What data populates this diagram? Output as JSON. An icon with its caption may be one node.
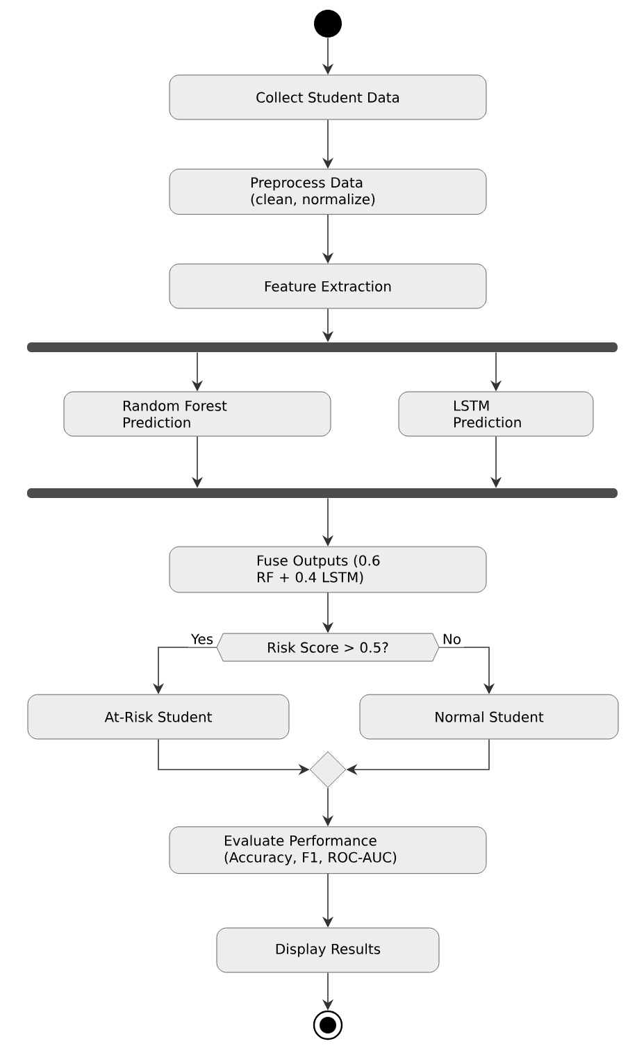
{
  "diagram": {
    "nodes": [
      {
        "text": [],
        "shape": "circle"
      },
      {
        "text": [
          "Collect Student Data"
        ]
      },
      {
        "text": [
          "Preprocess Data (clean, normalize)"
        ]
      },
      {
        "text": [
          "Feature Extraction"
        ]
      },
      {
        "text": [],
        "shape": "bar"
      },
      {
        "text": [
          "Random Forest Prediction"
        ]
      },
      {
        "text": [
          "LSTM Prediction"
        ]
      },
      {
        "text": [],
        "shape": "bar"
      },
      {
        "text": [
          "Fuse Outputs (0.6 RF + 0.4 LSTM)"
        ]
      },
      {
        "text": [
          "Risk Score > 0.5?"
        ]
      },
      {
        "text": [
          "At-Risk Student"
        ]
      },
      {
        "text": [
          "Normal Student"
        ]
      },
      {
        "text": [],
        "shape": "diamond"
      },
      {
        "text": [
          "Evaluate Performance (Accuracy, F1, ROC-AUC)"
        ]
      },
      {
        "text": [
          "Display Results"
        ]
      },
      {
        "text": [],
        "shape": "circle"
      }
    ],
    "edges": [
      {
        "from": 0,
        "to": 1,
        "arrow": "to"
      },
      {
        "from": 1,
        "to": 2,
        "arrow": "to"
      },
      {
        "from": 2,
        "to": 3,
        "arrow": "to"
      },
      {
        "from": 3,
        "to": 4,
        "arrow": "to"
      },
      {
        "from": 4,
        "to": 5,
        "arrow": "to"
      },
      {
        "from": 4,
        "to": 6,
        "arrow": "to"
      },
      {
        "from": 5,
        "to": 7,
        "arrow": "to"
      },
      {
        "from": 6,
        "to": 7,
        "arrow": "to"
      },
      {
        "from": 7,
        "to": 8,
        "arrow": "to"
      },
      {
        "from": 8,
        "to": 9,
        "arrow": "to"
      },
      {
        "from": 9,
        "to": 10,
        "arrow": "to",
        "label": "Yes"
      },
      {
        "from": 9,
        "to": 11,
        "arrow": "to",
        "label": "No"
      },
      {
        "from": 10,
        "to": 12,
        "arrow": "to"
      },
      {
        "from": 11,
        "to": 12,
        "arrow": "to"
      },
      {
        "from": 12,
        "to": 13,
        "arrow": "to"
      },
      {
        "from": 13,
        "to": 14,
        "arrow": "to"
      },
      {
        "from": 14,
        "to": 15,
        "arrow": "to"
      }
    ]
  }
}
